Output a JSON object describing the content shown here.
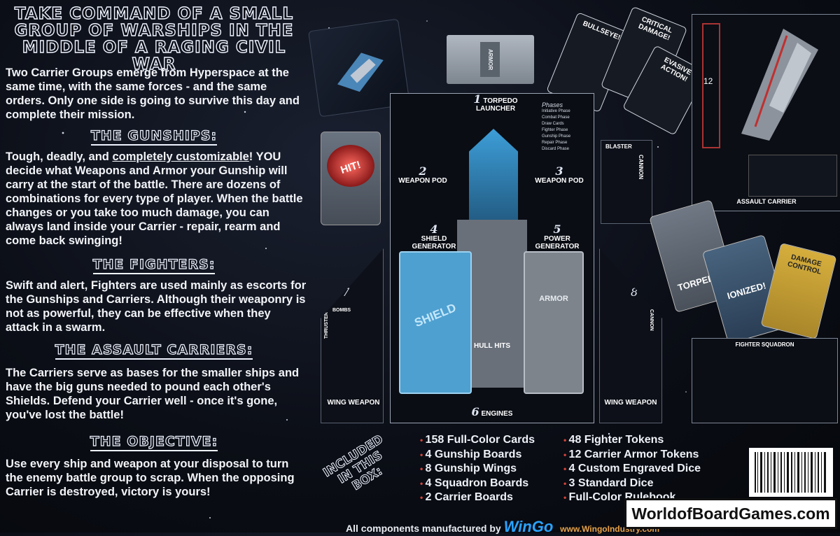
{
  "headline": "TAKE COMMAND OF A SMALL GROUP OF WARSHIPS IN THE MIDDLE OF A RAGING CIVIL WAR",
  "intro": "Two Carrier Groups emerge from Hyperspace at the same time, with the same forces - and the same orders.  Only one side is going to survive this day and complete their mission.",
  "sections": {
    "gunships": {
      "title": "THE GUNSHIPS:",
      "text_a": "Tough, deadly, and ",
      "text_u": "completely customizable",
      "text_b": "! YOU decide what Weapons and Armor your Gunship will carry at the start of the battle. There are dozens of combinations for every type of player. When the battle changes or you take too much damage, you can always land inside your Carrier - repair, rearm and come back swinging!"
    },
    "fighters": {
      "title": "THE FIGHTERS:",
      "text": "Swift and alert, Fighters are used mainly as escorts for the Gunships and Carriers.  Although their weaponry is not as powerful, they can be effective when they attack in a swarm."
    },
    "carriers": {
      "title": "THE ASSAULT CARRIERS:",
      "text": "The Carriers serve as bases for the smaller ships and have the big guns needed to pound each other's Shields.  Defend your Carrier well - once it's gone, you've lost the battle!"
    },
    "objective": {
      "title": "THE OBJECTIVE:",
      "text": "Use every ship and weapon at your disposal to turn the enemy battle group to scrap.  When the opposing Carrier is destroyed, victory is yours!"
    }
  },
  "board": {
    "torpedo": {
      "num": "1",
      "label": "TORPEDO LAUNCHER"
    },
    "weapon_pod_left": {
      "num": "2",
      "label": "WEAPON POD"
    },
    "weapon_pod_right": {
      "num": "3",
      "label": "WEAPON POD"
    },
    "shield_gen": {
      "num": "4",
      "label": "SHIELD GENERATOR"
    },
    "power_gen": {
      "num": "5",
      "label": "POWER GENERATOR"
    },
    "engines": {
      "num": "6",
      "label": "ENGINES"
    },
    "hull_hits": "HULL HITS",
    "shield_card": "SHIELD",
    "armor_card": "ARMOR",
    "armor_top": "ARMOR",
    "phases_title": "Phases",
    "phases": [
      "Initiative Phase",
      "Combat Phase",
      "Draw Cards",
      "Fighter Phase",
      "Gunship Phase",
      "Repair Phase",
      "Discard Phase"
    ],
    "blaster": "BLASTER",
    "cannon_right_top": "CANNON",
    "left_wing": {
      "num": "7",
      "label": "WING WEAPON",
      "thruster": "THRUSTER",
      "bombs": "BOMBS"
    },
    "right_wing": {
      "num": "8",
      "label": "WING WEAPON",
      "cannon": "CANNON"
    }
  },
  "cards": {
    "hit": "HIT!",
    "bullseye": "BULLSEYE!",
    "critical": "CRITICAL DAMAGE!",
    "evasive": "EVASIVE ACTION!",
    "torpedo": "TORPEDO!",
    "ionized": "IONIZED!",
    "damage_control": "DAMAGE CONTROL"
  },
  "assault_carrier_label": "ASSAULT CARRIER",
  "carrier_slot": "12",
  "fighter_squadron": "FIGHTER SQUADRON",
  "included": "INCLUDED IN THIS BOX:",
  "contents_left": [
    "158 Full-Color Cards",
    "4 Gunship Boards",
    "8 Gunship Wings",
    "4 Squadron Boards",
    "2 Carrier Boards"
  ],
  "contents_right": [
    "48 Fighter Tokens",
    "12 Carrier Armor Tokens",
    "4 Custom Engraved Dice",
    "3 Standard Dice",
    "Full-Color Rulebook"
  ],
  "footer": {
    "made_by": "All components manufactured by",
    "brand": "WinGo",
    "url": "www.WingoIndustry.com"
  },
  "watermark": "WorldofBoardGames.com"
}
